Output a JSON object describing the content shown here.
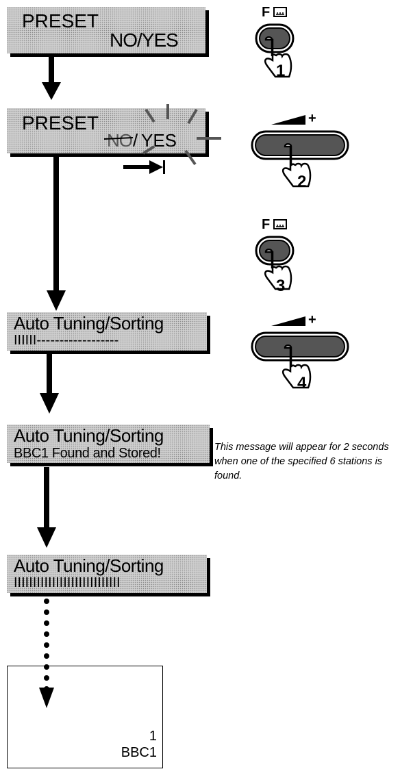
{
  "step1": {
    "title": "PRESET",
    "value": "NO/YES"
  },
  "step2": {
    "title": "PRESET",
    "no": "NO",
    "sep": "/",
    "yes": "YES"
  },
  "step3": {
    "title": "Auto Tuning/Sorting",
    "progress_bars": "IIIIII",
    "progress_dashes": "------------------"
  },
  "step4": {
    "title": "Auto Tuning/Sorting",
    "message": "BBC1 Found and Stored!"
  },
  "step5": {
    "title": "Auto Tuning/Sorting",
    "progress_bars": "IIIIIIIIIIIIIIIIIIIIIIIIIIII"
  },
  "note": "This message will appear for 2 seconds when one of the specified 6 stations is found.",
  "tv_screen": {
    "channel_number": "1",
    "channel_name": "BBC1"
  },
  "buttons": [
    {
      "label": "F",
      "icon": "function-button-icon",
      "step": "1"
    },
    {
      "label": "+",
      "icon": "volume-up-button-icon",
      "step": "2"
    },
    {
      "label": "F",
      "icon": "function-button-icon",
      "step": "3"
    },
    {
      "label": "+",
      "icon": "volume-up-button-icon",
      "step": "4"
    }
  ]
}
